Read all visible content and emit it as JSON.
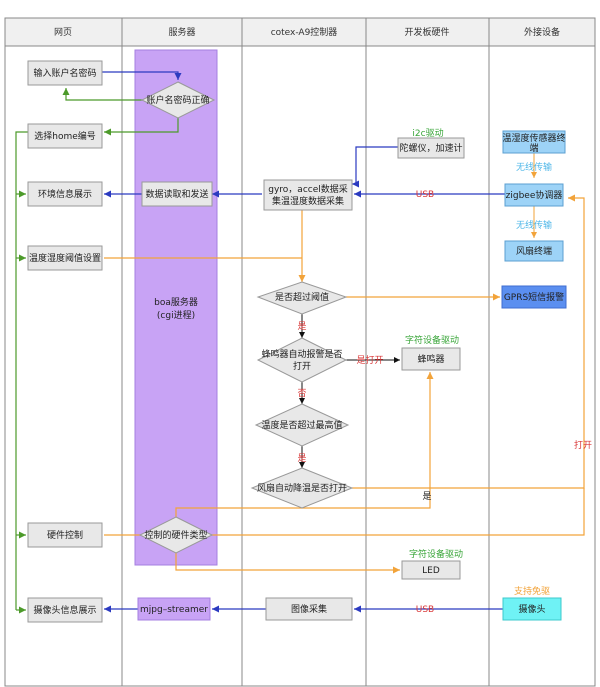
{
  "columns": [
    "网页",
    "服务器",
    "cotex-A9控制器",
    "开发板硬件",
    "外接设备"
  ],
  "web": {
    "login": "输入账户名密码",
    "select_home": "选择home编号",
    "env_display": "环境信息展示",
    "threshold": "温度湿度阈值设置",
    "hw_control": "硬件控制",
    "camera_display": "摄像头信息展示"
  },
  "server": {
    "check_login": "账户名密码正确",
    "data_rw": "数据读取和发送",
    "boa_line1": "boa服务器",
    "boa_line2": "(cgi进程)",
    "hw_type": "控制的硬件类型",
    "mjpg": "mjpg–streamer"
  },
  "controller": {
    "collect_line1": "gyro，accel数据采",
    "collect_line2": "集温湿度数据采集",
    "over_threshold": "是否超过阈值",
    "buzzer_auto_line1": "蜂鸣器自动报警是否",
    "buzzer_auto_line2": "打开",
    "temp_max": "温度是否超过最高值",
    "fan_auto": "风扇自动降温是否打开",
    "image_capture": "图像采集"
  },
  "hardware": {
    "i2c_driver": "i2c驱动",
    "gyro_accel": "陀螺仪，加速计",
    "char_driver_1": "字符设备驱动",
    "buzzer": "蜂鸣器",
    "char_driver_2": "字符设备驱动",
    "led": "LED"
  },
  "external": {
    "th_sensor_line1": "温湿度传感器终",
    "th_sensor_line2": "端",
    "wireless_1": "无线传输",
    "zigbee": "zigbee协调器",
    "wireless_2": "无线传输",
    "fan_terminal": "风扇终端",
    "gprs": "GPRS短信报警",
    "driver_free": "支持免驱",
    "camera": "摄像头"
  },
  "labels": {
    "usb_1": "USB",
    "usb_2": "USB",
    "yes_1": "是",
    "yes_open": "是打开",
    "no": "否",
    "yes_2": "是",
    "yes_3": "是",
    "open": "打开"
  },
  "colors": {
    "header_bg": "#f0f0f0",
    "box_bg": "#e8e8e8",
    "server_col": "#c8a3f5",
    "sensor_blue": "#9dd3f7",
    "gprs_blue": "#5b8ff0",
    "camera_cyan": "#6ff2f5",
    "green_text": "#3aa63a",
    "red_text": "#d93636",
    "orange_line": "#f2a33a",
    "blue_line": "#2b3ac0",
    "green_line": "#4c9a2a"
  }
}
